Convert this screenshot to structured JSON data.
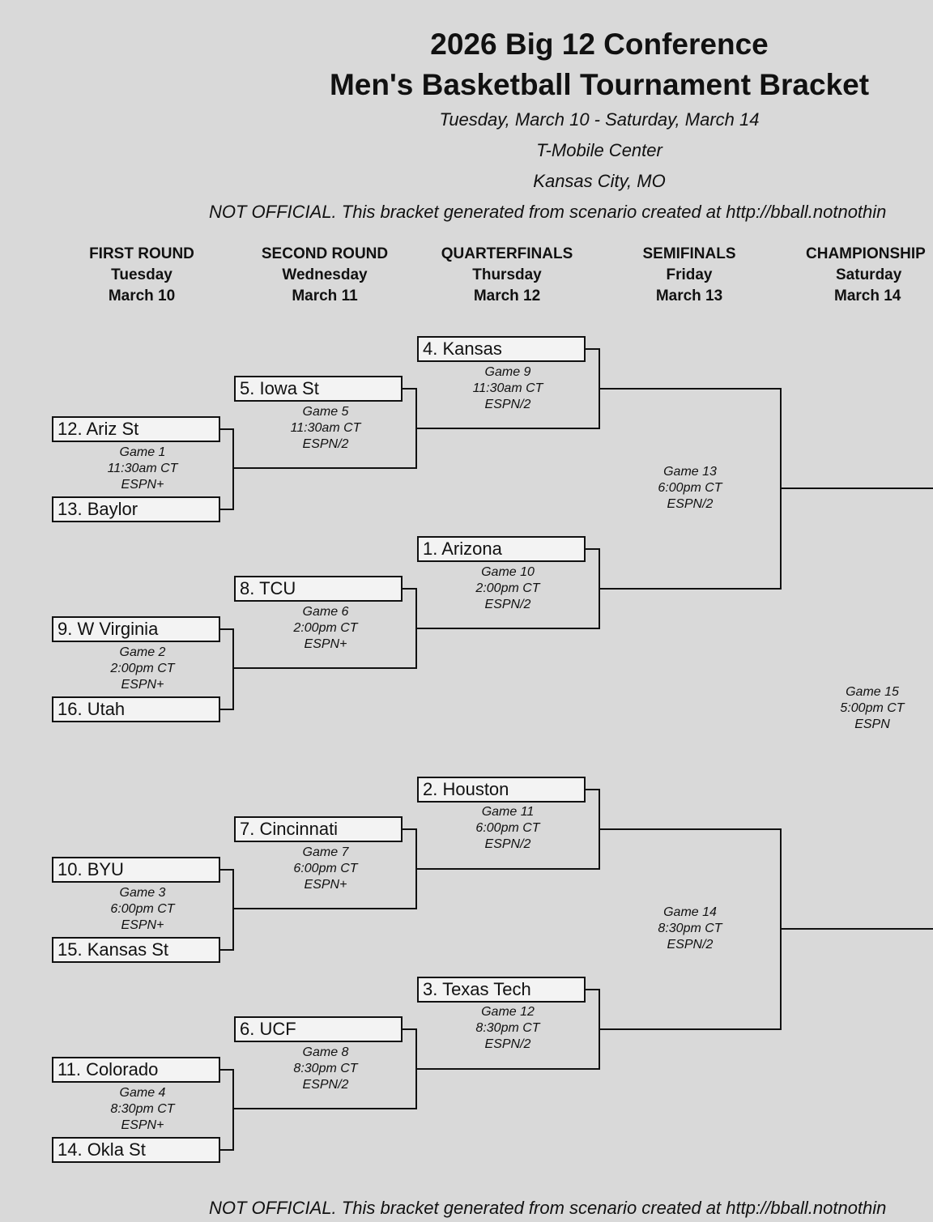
{
  "header": {
    "title_line1": "2026 Big 12 Conference",
    "title_line2": "Men's Basketball Tournament Bracket",
    "dates": "Tuesday, March 10 - Saturday, March 14",
    "venue": "T-Mobile Center",
    "location": "Kansas City, MO",
    "disclaimer": "NOT OFFICIAL.  This bracket generated from scenario created at http://bball.notnothin"
  },
  "footer": {
    "disclaimer": "NOT OFFICIAL.  This bracket generated from scenario created at http://bball.notnothin"
  },
  "rounds": [
    {
      "name": "FIRST ROUND",
      "day": "Tuesday",
      "date": "March 10"
    },
    {
      "name": "SECOND ROUND",
      "day": "Wednesday",
      "date": "March 11"
    },
    {
      "name": "QUARTERFINALS",
      "day": "Thursday",
      "date": "March 12"
    },
    {
      "name": "SEMIFINALS",
      "day": "Friday",
      "date": "March 13"
    },
    {
      "name": "CHAMPIONSHIP",
      "day": "Saturday",
      "date": "March 14"
    }
  ],
  "teams": {
    "r3_1": "4. Kansas",
    "r2_1": "5. Iowa St",
    "r1_1": "12. Ariz St",
    "r1_2": "13. Baylor",
    "r3_2": "1. Arizona",
    "r2_2": "8. TCU",
    "r1_3": "9. W Virginia",
    "r1_4": "16. Utah",
    "r3_3": "2. Houston",
    "r2_3": "7. Cincinnati",
    "r1_5": "10. BYU",
    "r1_6": "15. Kansas St",
    "r3_4": "3. Texas Tech",
    "r2_4": "6. UCF",
    "r1_7": "11. Colorado",
    "r1_8": "14. Okla St"
  },
  "games": {
    "g1": {
      "name": "Game 1",
      "time": "11:30am CT",
      "tv": "ESPN+"
    },
    "g2": {
      "name": "Game 2",
      "time": "2:00pm CT",
      "tv": "ESPN+"
    },
    "g3": {
      "name": "Game 3",
      "time": "6:00pm CT",
      "tv": "ESPN+"
    },
    "g4": {
      "name": "Game 4",
      "time": "8:30pm CT",
      "tv": "ESPN+"
    },
    "g5": {
      "name": "Game 5",
      "time": "11:30am CT",
      "tv": "ESPN/2"
    },
    "g6": {
      "name": "Game 6",
      "time": "2:00pm CT",
      "tv": "ESPN+"
    },
    "g7": {
      "name": "Game 7",
      "time": "6:00pm CT",
      "tv": "ESPN+"
    },
    "g8": {
      "name": "Game 8",
      "time": "8:30pm CT",
      "tv": "ESPN/2"
    },
    "g9": {
      "name": "Game 9",
      "time": "11:30am CT",
      "tv": "ESPN/2"
    },
    "g10": {
      "name": "Game 10",
      "time": "2:00pm CT",
      "tv": "ESPN/2"
    },
    "g11": {
      "name": "Game 11",
      "time": "6:00pm CT",
      "tv": "ESPN/2"
    },
    "g12": {
      "name": "Game 12",
      "time": "8:30pm CT",
      "tv": "ESPN/2"
    },
    "g13": {
      "name": "Game 13",
      "time": "6:00pm CT",
      "tv": "ESPN/2"
    },
    "g14": {
      "name": "Game 14",
      "time": "8:30pm CT",
      "tv": "ESPN/2"
    },
    "g15": {
      "name": "Game 15",
      "time": "5:00pm CT",
      "tv": "ESPN"
    }
  }
}
